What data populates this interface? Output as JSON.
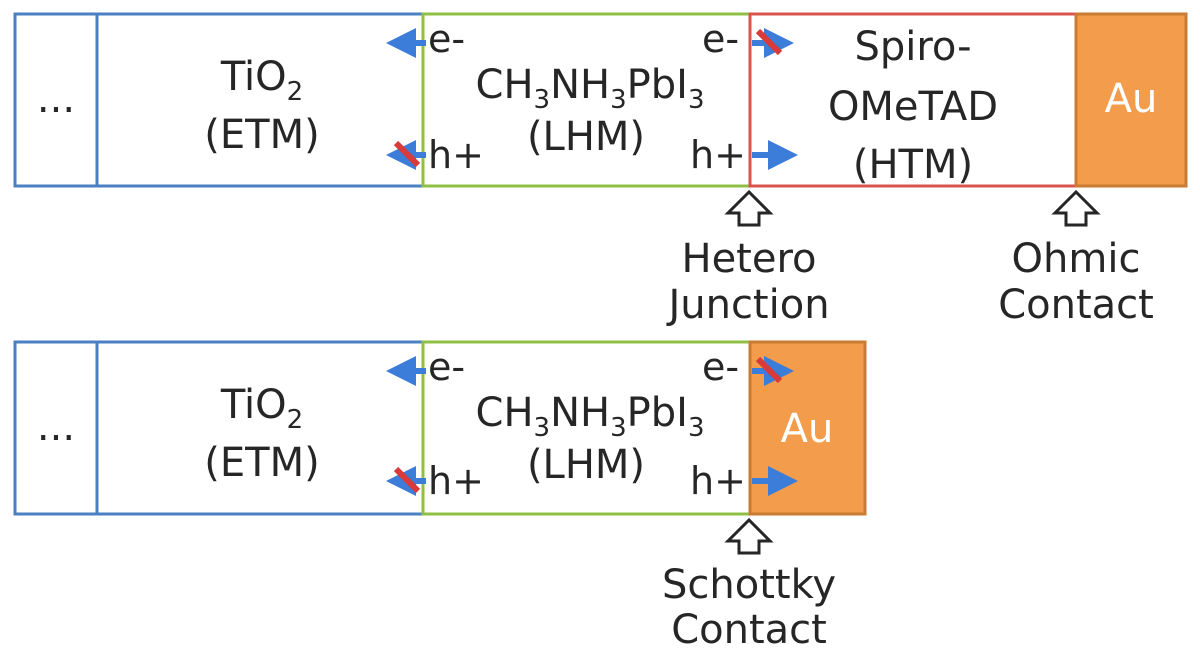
{
  "device_1": {
    "ellipsis": "...",
    "etm": {
      "name": "TiO",
      "sub": "2",
      "role": "(ETM)"
    },
    "lhm": {
      "formula": [
        {
          "t": "CH",
          "s": false
        },
        {
          "t": "3",
          "s": true
        },
        {
          "t": "NH",
          "s": false
        },
        {
          "t": "3",
          "s": true
        },
        {
          "t": "PbI",
          "s": false
        },
        {
          "t": "3",
          "s": true
        }
      ],
      "role": "(LHM)"
    },
    "htm": {
      "line1": "Spiro-",
      "line2": "OMeTAD",
      "role": "(HTM)"
    },
    "contact": "Au",
    "carriers": {
      "e_left": "e-",
      "h_left": "h+",
      "e_right": "e-",
      "h_right": "h+"
    },
    "labels": {
      "hetero_1": "Hetero",
      "hetero_2": "Junction",
      "ohmic_1": "Ohmic",
      "ohmic_2": "Contact"
    }
  },
  "device_2": {
    "ellipsis": "...",
    "etm": {
      "name": "TiO",
      "sub": "2",
      "role": "(ETM)"
    },
    "lhm": {
      "formula": [
        {
          "t": "CH",
          "s": false
        },
        {
          "t": "3",
          "s": true
        },
        {
          "t": "NH",
          "s": false
        },
        {
          "t": "3",
          "s": true
        },
        {
          "t": "PbI",
          "s": false
        },
        {
          "t": "3",
          "s": true
        }
      ],
      "role": "(LHM)"
    },
    "contact": "Au",
    "carriers": {
      "e_left": "e-",
      "h_left": "h+",
      "e_right": "e-",
      "h_right": "h+"
    },
    "labels": {
      "schottky_1": "Schottky",
      "schottky_2": "Contact"
    }
  },
  "colors": {
    "etm_border": "#4a7fc1",
    "lhm_border": "#8fc045",
    "htm_border": "#d9534f",
    "au_fill": "#f39c4b",
    "au_border": "#c97a35",
    "arrow": "#3b7dd8",
    "block": "#d93a3a"
  }
}
